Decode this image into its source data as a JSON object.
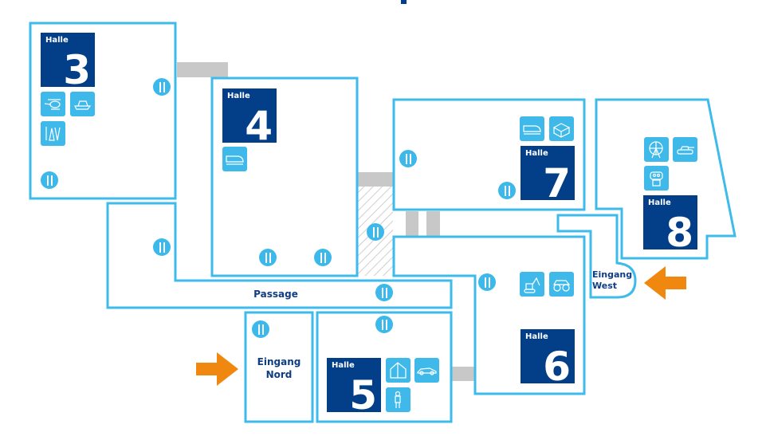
{
  "colors": {
    "outline": "#3dbbeb",
    "hall": "#033f88",
    "tile": "#3fb9ea",
    "arrow": "#f0870f",
    "connector": "#c8c8c8"
  },
  "halls": [
    {
      "label": "Halle",
      "number": "3"
    },
    {
      "label": "Halle",
      "number": "4"
    },
    {
      "label": "Halle",
      "number": "5"
    },
    {
      "label": "Halle",
      "number": "6"
    },
    {
      "label": "Halle",
      "number": "7"
    },
    {
      "label": "Halle",
      "number": "8"
    }
  ],
  "areas": {
    "passage": "Passage",
    "entrance_north": [
      "Eingang",
      "Nord"
    ],
    "entrance_west": [
      "Eingang",
      "West"
    ]
  },
  "icons": [
    "helicopter-icon",
    "ship-icon",
    "tools-icon",
    "train-icon",
    "lego-brick-icon",
    "ferris-wheel-icon",
    "tank-icon",
    "robot-icon",
    "excavator-icon",
    "monster-truck-icon",
    "house-icon",
    "car-icon",
    "figure-icon",
    "restaurant-icon",
    "entrance-arrow-icon"
  ]
}
